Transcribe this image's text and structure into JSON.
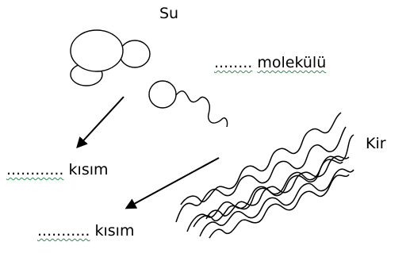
{
  "labels": {
    "water": "Su",
    "dirt": "Kir",
    "molecule_blank": "........",
    "molecule_word": "molekülü",
    "part_top_blank": "............",
    "part_top_word": "kısım",
    "part_bottom_blank": "...........",
    "part_bottom_word": "kısım"
  },
  "colors": {
    "ink": "#000000",
    "spellcheck_underline": "#2e8b57"
  }
}
